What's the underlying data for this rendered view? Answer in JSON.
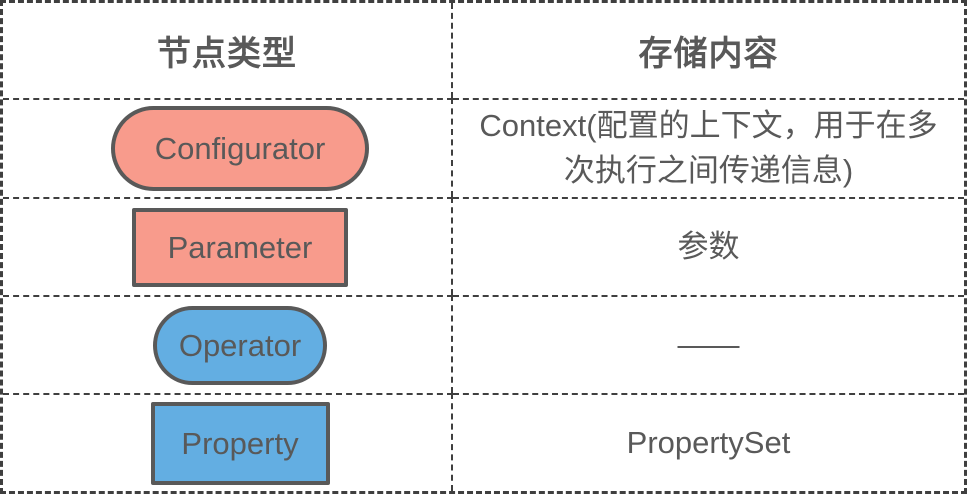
{
  "table": {
    "columns": [
      {
        "id": "node-type",
        "label": "节点类型"
      },
      {
        "id": "storage-content",
        "label": "存储内容"
      }
    ],
    "rows": [
      {
        "node_label": "Configurator",
        "node_shape": "rounded-pill",
        "node_color": "pink",
        "storage": "Context(配置的上下文，用于在多次执行之间传递信息)"
      },
      {
        "node_label": "Parameter",
        "node_shape": "rectangle",
        "node_color": "pink",
        "storage": "参数"
      },
      {
        "node_label": "Operator",
        "node_shape": "rounded-pill",
        "node_color": "blue",
        "storage": "——"
      },
      {
        "node_label": "Property",
        "node_shape": "rectangle",
        "node_color": "blue",
        "storage": "PropertySet"
      }
    ]
  },
  "colors": {
    "pink": "#f89b8c",
    "blue": "#63aee2",
    "shape_border": "#595959",
    "text": "#595959",
    "grid_line": "#3f3f3f",
    "background": "#ffffff"
  }
}
